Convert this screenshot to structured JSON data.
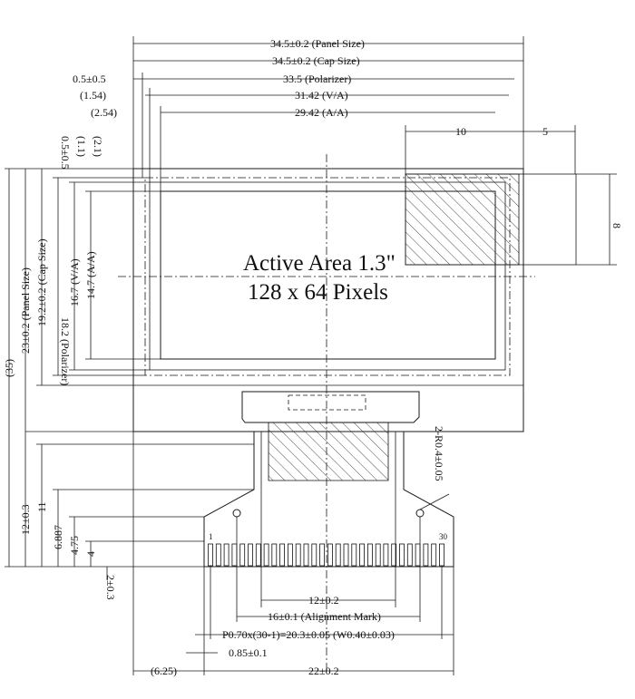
{
  "title_area": "Active Area 1.3\"",
  "title_pixels": "128 x 64 Pixels",
  "top_dims": {
    "panel_w": "34.5±0.2 (Panel Size)",
    "cap_w": "34.5±0.2 (Cap Size)",
    "pol_w": "33.5 (Polarizer)",
    "va_w": "31.42 (V/A)",
    "aa_w": "29.42 (A/A)",
    "off_05": "0.5±0.5",
    "off_154": "(1.54)",
    "off_254": "(2.54)",
    "px10": "10",
    "px5": "5",
    "px8": "8"
  },
  "left_dims": {
    "off_05v": "0.5±0.5",
    "off_11": "(1.1)",
    "off_21": "(2.1)",
    "aa_h": "14.7 (A/A)",
    "va_h": "16.7 (V/A)",
    "pol_h": "18.2 (Polarizer)",
    "cap_h": "19.2±0.2 (Cap Size)",
    "panel_h": "23±0.2 (Panel Size)",
    "total": "(35)",
    "fpc_12": "12±0.3",
    "fpc_11": "11",
    "fpc_6887": "6.887",
    "fpc_475": "4.75",
    "fpc_4": "4",
    "fpc_2": "2±0.3"
  },
  "bottom_dims": {
    "d12": "12±0.2",
    "d16": "16±0.1 (Alignment Mark)",
    "pitch": "P0.70x(30-1)=20.3±0.05 (W0.40±0.03)",
    "d085": "0.85±0.1",
    "d625": "(6.25)",
    "d22": "22±0.2",
    "radius": "2-R0.4±0.05",
    "pin1": "1",
    "pin30": "30"
  }
}
